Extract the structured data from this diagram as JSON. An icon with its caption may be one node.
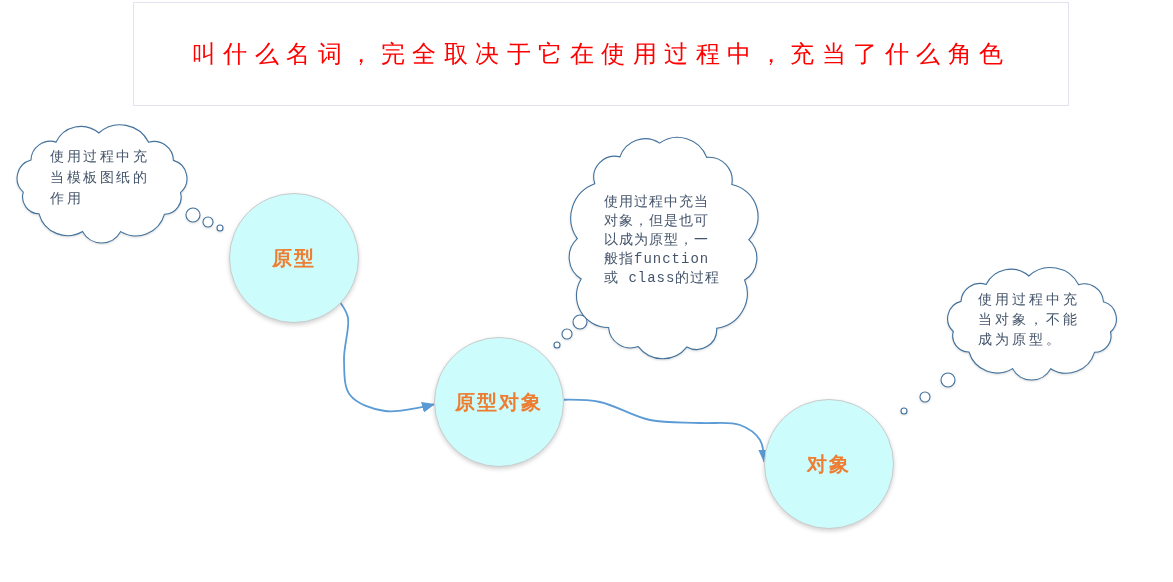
{
  "diagram": {
    "nodes": [
      {
        "text": [
          "叫什么名词，完全取决于它在使用过程中，充当了什么角色"
        ]
      },
      {
        "text": [
          "使用过程中充当模板图纸的作用"
        ]
      },
      {
        "text": [
          "原型"
        ]
      },
      {
        "text": [
          "使用过程中充当对象，但是也可以成为原型，一般指function 或 class的过程"
        ]
      },
      {
        "text": [
          "原型对象"
        ]
      },
      {
        "text": [
          "使用过程中充当对象，不能成为原型。"
        ]
      },
      {
        "text": [
          "对象"
        ]
      }
    ],
    "edges": [
      {
        "from": 2,
        "to": 4,
        "arrow": "to"
      },
      {
        "from": 4,
        "to": 6,
        "arrow": "to"
      }
    ]
  }
}
